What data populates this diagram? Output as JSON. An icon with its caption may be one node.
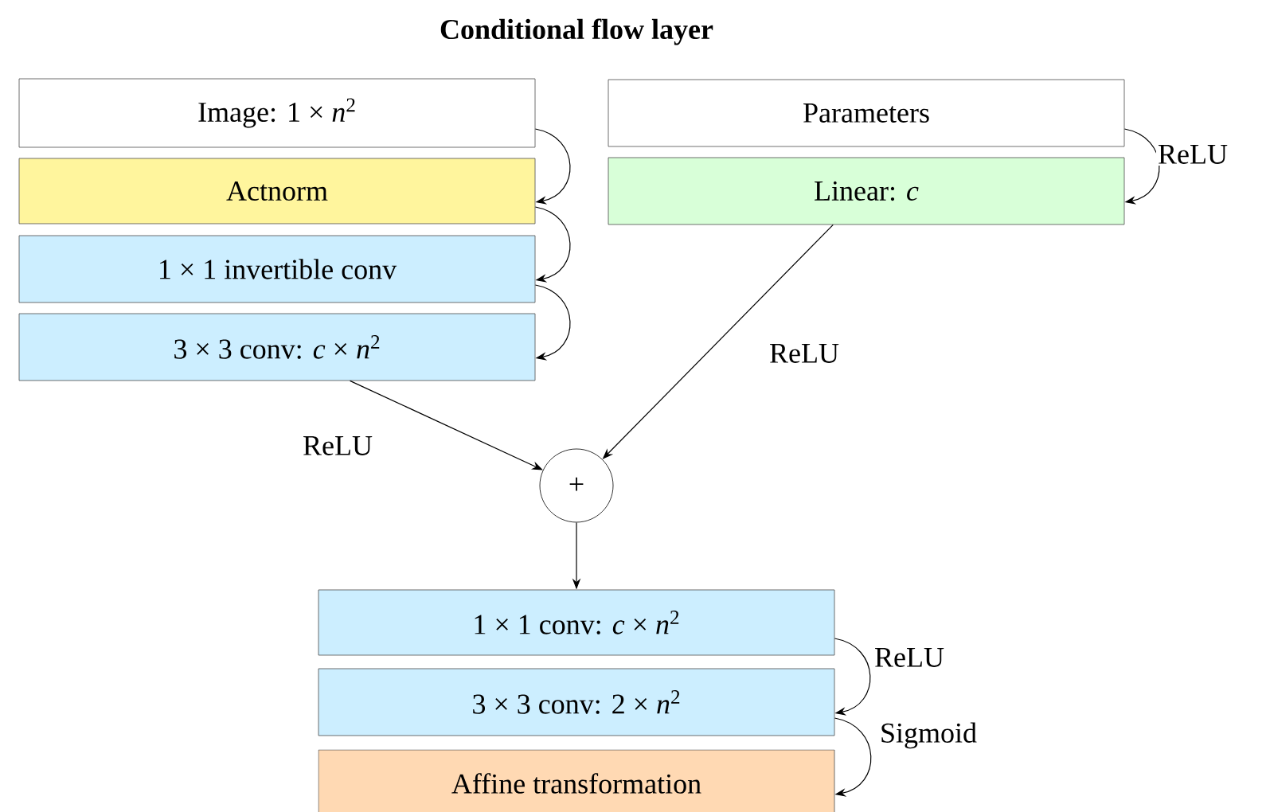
{
  "diagram": {
    "title": "Conditional flow layer",
    "nodes": [
      {
        "text": [
          "Image: 1 × *n*$^{2}$"
        ]
      },
      {
        "text": [
          "Actnorm"
        ]
      },
      {
        "text": [
          "1 × 1 invertible conv"
        ]
      },
      {
        "text": [
          "3 × 3 conv: *c* × *n*$^{2}$"
        ]
      },
      {
        "text": [
          "Parameters"
        ]
      },
      {
        "text": [
          "Linear: *c*"
        ]
      },
      {
        "text": [
          "+"
        ]
      },
      {
        "text": [
          "1 × 1 conv: *c* × *n*$^{2}$"
        ]
      },
      {
        "text": [
          "3 × 3 conv: 2 × *n*$^{2}$"
        ]
      },
      {
        "text": [
          "Affine transformation"
        ]
      }
    ],
    "edges": [
      {
        "from": 0,
        "to": 1,
        "arrow": "to"
      },
      {
        "from": 1,
        "to": 2,
        "arrow": "to"
      },
      {
        "from": 2,
        "to": 3,
        "arrow": "to"
      },
      {
        "from": 4,
        "to": 5,
        "arrow": "to",
        "label": "ReLU"
      },
      {
        "from": 3,
        "to": 6,
        "arrow": "to",
        "label": "ReLU"
      },
      {
        "from": 5,
        "to": 6,
        "arrow": "to",
        "label": "ReLU"
      },
      {
        "from": 6,
        "to": 7,
        "arrow": "to"
      },
      {
        "from": 7,
        "to": 8,
        "arrow": "to",
        "label": "ReLU"
      },
      {
        "from": 8,
        "to": 9,
        "arrow": "to",
        "label": "Sigmoid"
      }
    ]
  }
}
